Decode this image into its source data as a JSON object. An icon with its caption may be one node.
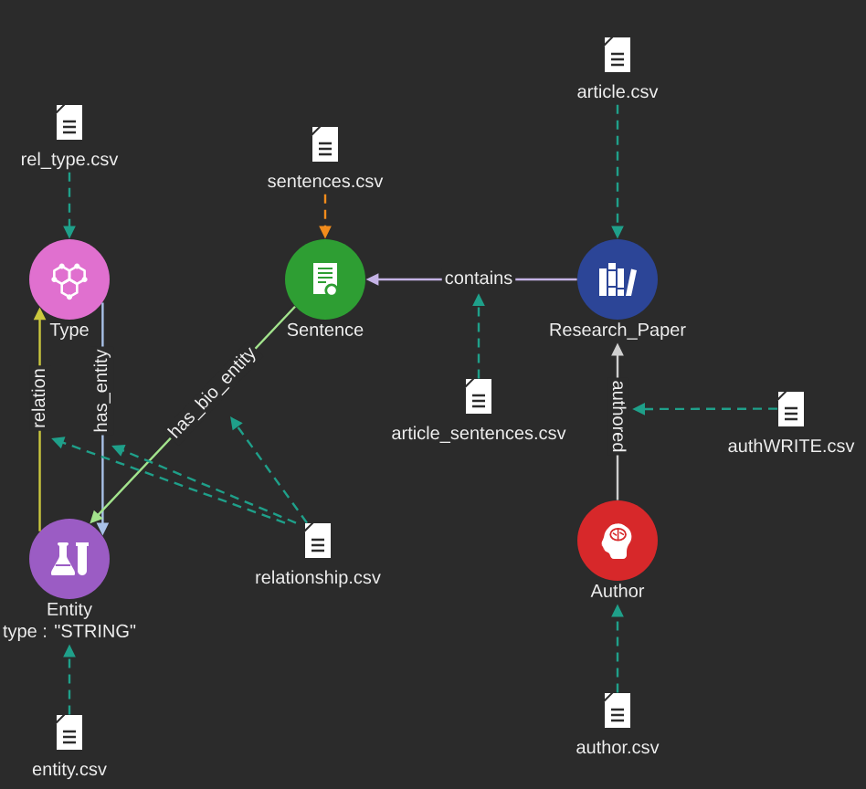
{
  "diagram": {
    "nodes": [
      {
        "text": [
          "article.csv"
        ]
      },
      {
        "text": [
          "rel_type.csv"
        ]
      },
      {
        "text": [
          "sentences.csv"
        ]
      },
      {
        "text": [
          "Type"
        ]
      },
      {
        "text": [
          "Sentence"
        ]
      },
      {
        "text": [
          "Research_Paper"
        ]
      },
      {
        "text": [
          "article_sentences.csv"
        ]
      },
      {
        "text": [
          "authWRITE.csv"
        ]
      },
      {
        "text": [
          "Entity",
          "type : \"STRING\""
        ]
      },
      {
        "text": [
          "relationship.csv"
        ]
      },
      {
        "text": [
          "Author"
        ]
      },
      {
        "text": [
          "author.csv"
        ]
      },
      {
        "text": [
          "entity.csv"
        ]
      }
    ],
    "edges": [
      {
        "from": 1,
        "to": 3,
        "arrow": "to",
        "style": "dashed"
      },
      {
        "from": 2,
        "to": 4,
        "arrow": "to",
        "style": "dashed",
        "color": "#f28c1c"
      },
      {
        "from": 0,
        "to": 5,
        "arrow": "to",
        "style": "dashed"
      },
      {
        "from": 5,
        "to": 4,
        "arrow": "to",
        "label": "contains",
        "color": "#c5b3e6"
      },
      {
        "from": 3,
        "to": 8,
        "arrow": "to",
        "label": "has_entity",
        "color": "#a9c2e8"
      },
      {
        "from": 8,
        "to": 3,
        "arrow": "to",
        "label": "relation",
        "color": "#cbc83e"
      },
      {
        "from": 4,
        "to": 8,
        "arrow": "to",
        "label": "has_bio_entity",
        "color": "#a3e48d"
      },
      {
        "from": 10,
        "to": 5,
        "arrow": "to",
        "label": "authored",
        "color": "#cfcfcf"
      },
      {
        "from": 6,
        "to": null,
        "arrow": "to",
        "style": "dashed"
      },
      {
        "from": 7,
        "to": null,
        "arrow": "to",
        "style": "dashed"
      },
      {
        "from": 9,
        "to": null,
        "arrow": "to",
        "style": "dashed"
      },
      {
        "from": 9,
        "to": null,
        "arrow": "to",
        "style": "dashed"
      },
      {
        "from": 9,
        "to": null,
        "arrow": "to",
        "style": "dashed"
      },
      {
        "from": 11,
        "to": 10,
        "arrow": "to",
        "style": "dashed"
      },
      {
        "from": 12,
        "to": 8,
        "arrow": "to",
        "style": "dashed"
      }
    ]
  }
}
